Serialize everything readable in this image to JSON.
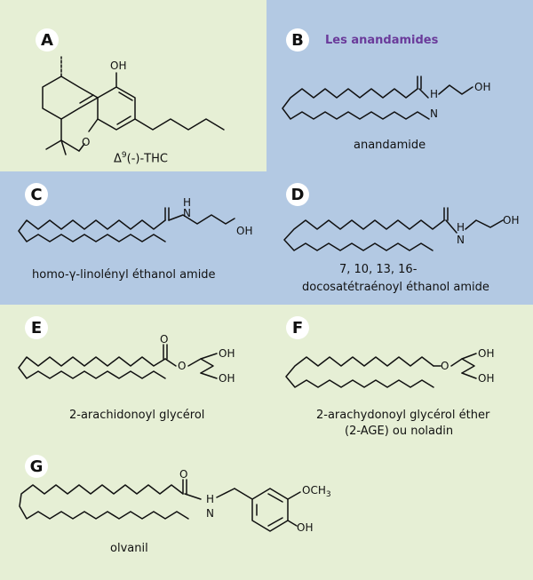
{
  "panels": {
    "A": {
      "letter": "A",
      "caption_delta": "Δ",
      "caption_sup": "9",
      "caption_rest": "(-)-THC",
      "oh_label": "OH"
    },
    "B": {
      "letter": "B",
      "title": "Les anandamides",
      "caption": "anandamide",
      "nh": "H",
      "n": "N",
      "oh": "OH"
    },
    "C": {
      "letter": "C",
      "caption": "homo-γ-linolényl éthanol amide",
      "n": "N",
      "h": "H",
      "oh": "OH"
    },
    "D": {
      "letter": "D",
      "caption_line1": "7, 10, 13, 16-",
      "caption_line2": "docosatétraénoyl éthanol amide",
      "h": "H",
      "n": "N",
      "oh": "OH"
    },
    "E": {
      "letter": "E",
      "caption": "2-arachidonoyl glycérol",
      "o": "O",
      "oh1": "OH",
      "oh2": "OH"
    },
    "F": {
      "letter": "F",
      "caption_line1": "2-arachydonoyl glycérol éther",
      "caption_line2": "(2-AGE) ou noladin",
      "o": "O",
      "oh1": "OH",
      "oh2": "OH"
    },
    "G": {
      "letter": "G",
      "caption": "olvanil",
      "h": "H",
      "n": "N",
      "och3": "OCH",
      "och3_sub": "3",
      "oh": "OH"
    }
  },
  "colors": {
    "green_bg": "#e6efd5",
    "blue_bg": "#b3c9e3",
    "title_purple": "#6a3a9a",
    "ink": "#111111"
  }
}
